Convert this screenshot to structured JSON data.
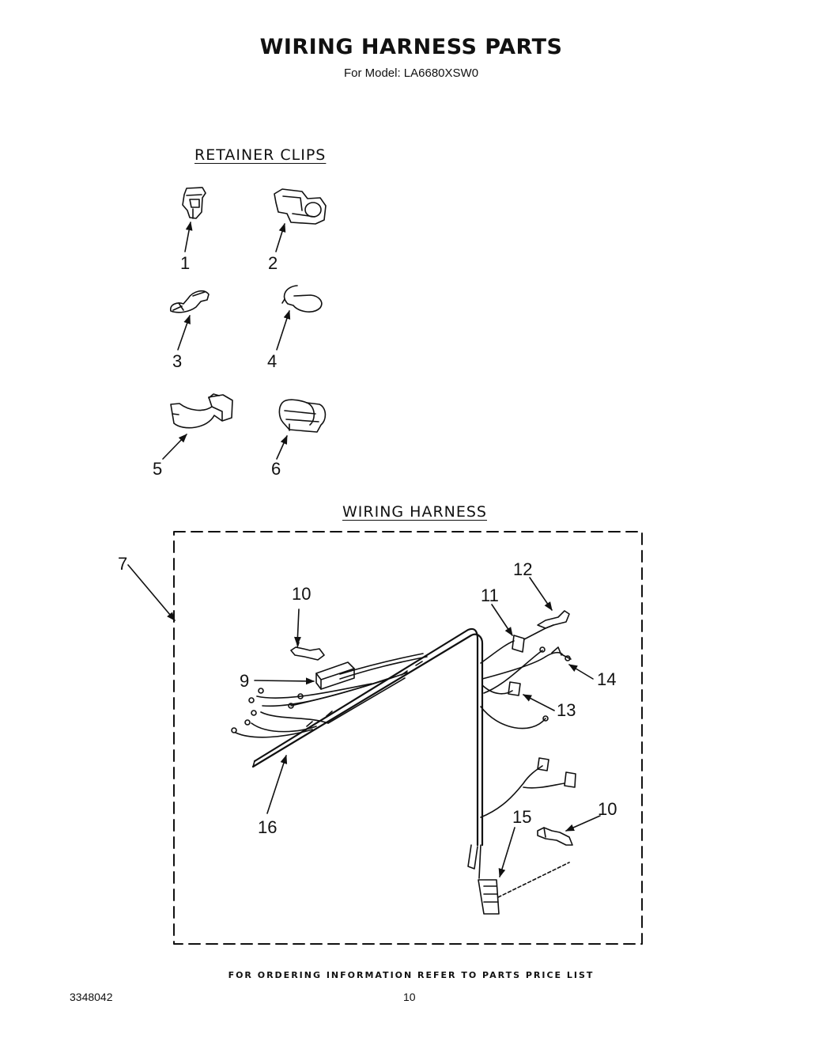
{
  "title": "WIRING HARNESS PARTS",
  "subtitle": "For Model: LA6680XSW0",
  "section_retainer_clips": "RETAINER CLIPS",
  "section_wiring_harness": "WIRING HARNESS",
  "callouts": {
    "c1": "1",
    "c2": "2",
    "c3": "3",
    "c4": "4",
    "c5": "5",
    "c6": "6",
    "c7": "7",
    "c9": "9",
    "c10a": "10",
    "c10b": "10",
    "c11": "11",
    "c12": "12",
    "c13": "13",
    "c14": "14",
    "c15": "15",
    "c16": "16"
  },
  "footer_note": "FOR ORDERING INFORMATION REFER TO PARTS PRICE LIST",
  "document_number": "3348042",
  "page_number": "10"
}
